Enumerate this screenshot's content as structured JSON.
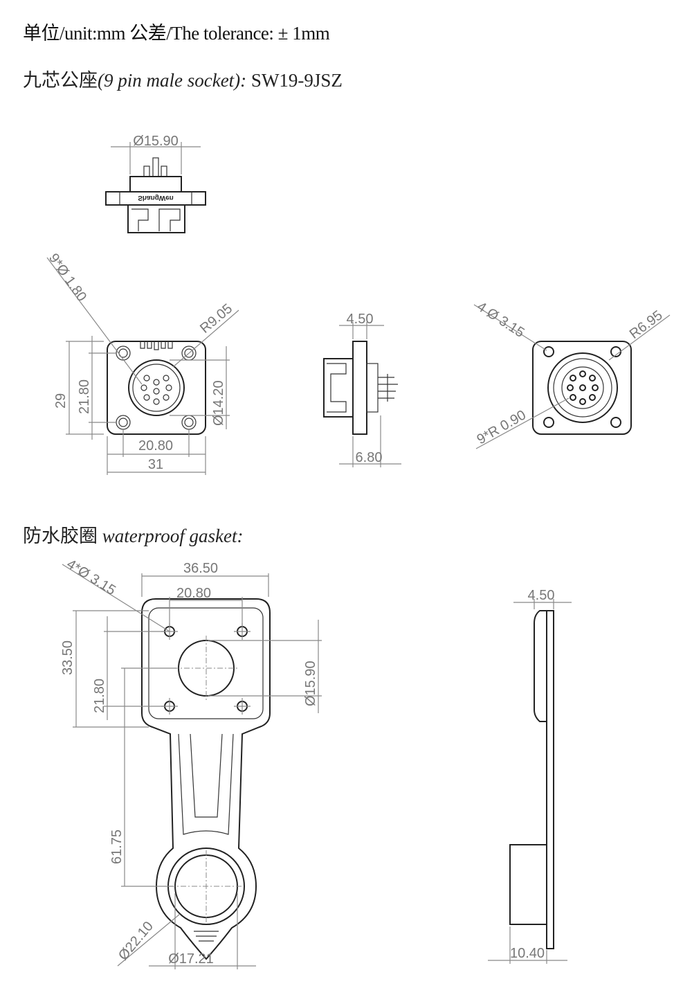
{
  "header": {
    "units_line": "单位/unit:mm  公差/The tolerance: ± 1mm",
    "socket_cn": "九芯公座",
    "socket_en": "(9 pin male socket):",
    "socket_model": "SW19-9JSZ",
    "gasket_cn": "防水胶圈",
    "gasket_en": "waterproof gasket:"
  },
  "socket": {
    "top_view": {
      "dia": "Ø15.90",
      "logo": "ShangWen"
    },
    "front_view": {
      "pins": "9*Ø 1.80",
      "radius": "R9.05",
      "height": "29",
      "hole_v": "21.80",
      "dia": "Ø14.20",
      "hole_h": "20.80",
      "width": "31"
    },
    "side_view": {
      "flange": "4.50",
      "depth": "6.80"
    },
    "rear_view": {
      "holes": "4 Ø 3.15",
      "radius": "R6.95",
      "pins": "9*R 0.90"
    }
  },
  "gasket": {
    "front_view": {
      "holes": "4*Ø 3.15",
      "width": "36.50",
      "hole_h": "20.80",
      "height": "33.50",
      "hole_v": "21.80",
      "dia": "Ø15.90",
      "length": "61.75",
      "ring_outer": "Ø22.10",
      "ring_inner": "Ø17.21"
    },
    "side_view": {
      "thickness": "4.50",
      "ring_depth": "10.40"
    }
  }
}
